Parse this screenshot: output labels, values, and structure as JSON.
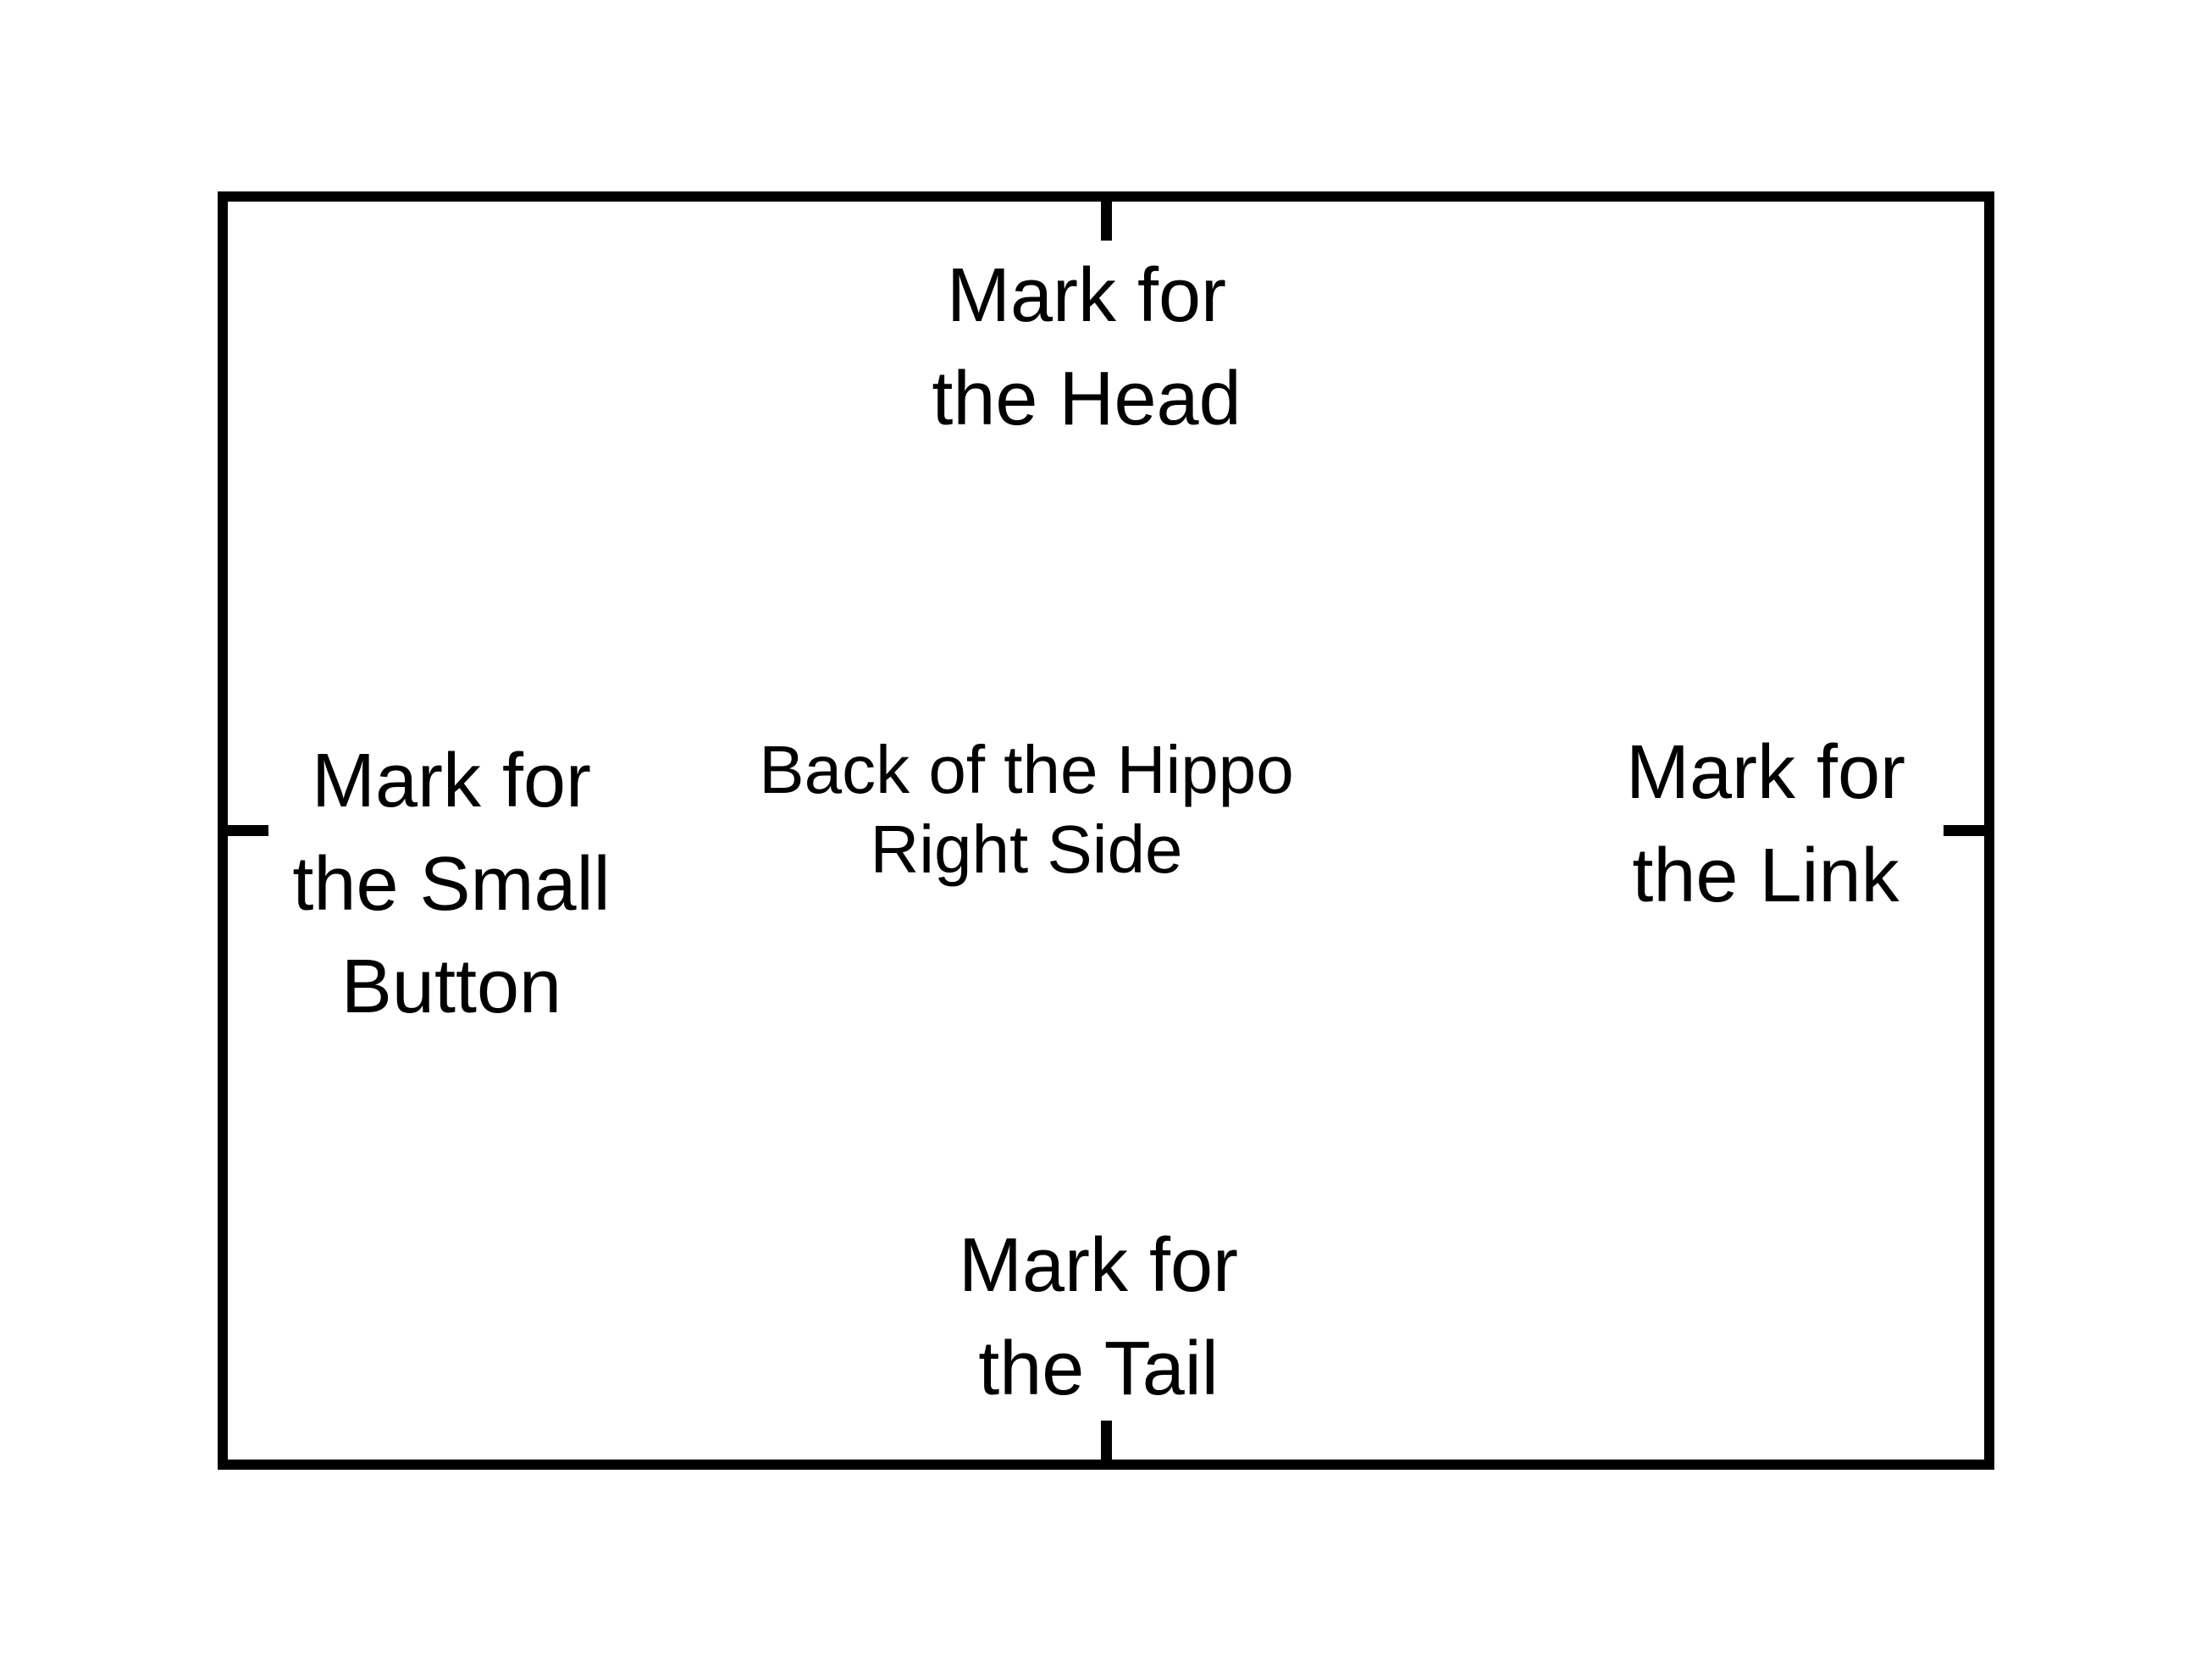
{
  "diagram": {
    "title": {
      "lines": [
        "Back of the Hippo",
        "Right Side"
      ]
    },
    "marks": {
      "top": {
        "lines": [
          "Mark for",
          "the Head"
        ]
      },
      "left": {
        "lines": [
          "Mark for",
          "the Small",
          "Button"
        ]
      },
      "right": {
        "lines": [
          "Mark for",
          "the Link"
        ]
      },
      "bottom": {
        "lines": [
          "Mark for",
          "the Tail"
        ]
      }
    },
    "colors": {
      "outline": "#000000",
      "text": "#000000",
      "background": "#ffffff"
    }
  }
}
